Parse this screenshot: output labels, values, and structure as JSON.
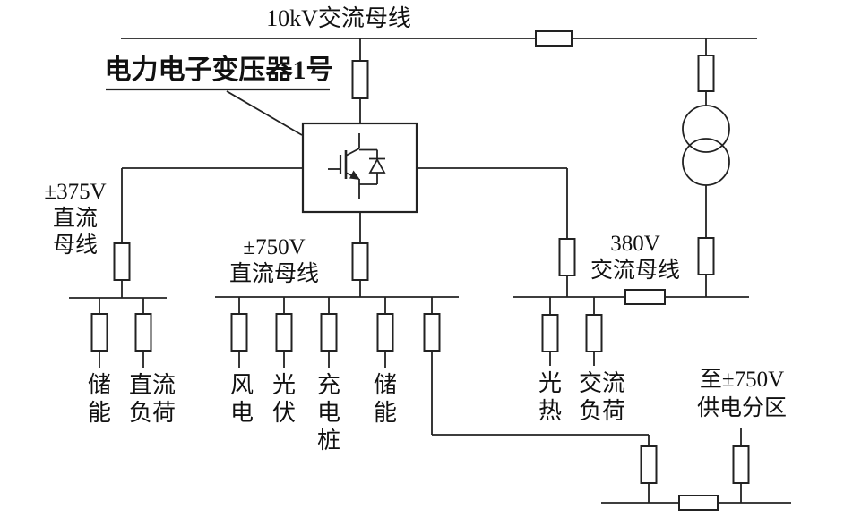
{
  "figure_labels": {
    "bus_10kv": "10kV交流母线",
    "transformer_name": "电力电子变压器1号",
    "bus_dc375": "±375V\n直流\n母线",
    "bus_dc750": "±750V\n直流母线",
    "bus_ac380": "380V\n交流母线",
    "zone_750": "至±750V\n供电分区",
    "branches": {
      "storage_375": "储\n能",
      "dc_load": "直流\n负荷",
      "wind": "风\n电",
      "pv": "光\n伏",
      "charging_pile": "充\n电\n桩",
      "storage_750": "储\n能",
      "solar_thermal": "光\n热",
      "ac_load": "交流\n负荷"
    }
  },
  "colors": {
    "line": "#222222",
    "text": "#111111",
    "background": "#ffffff"
  }
}
